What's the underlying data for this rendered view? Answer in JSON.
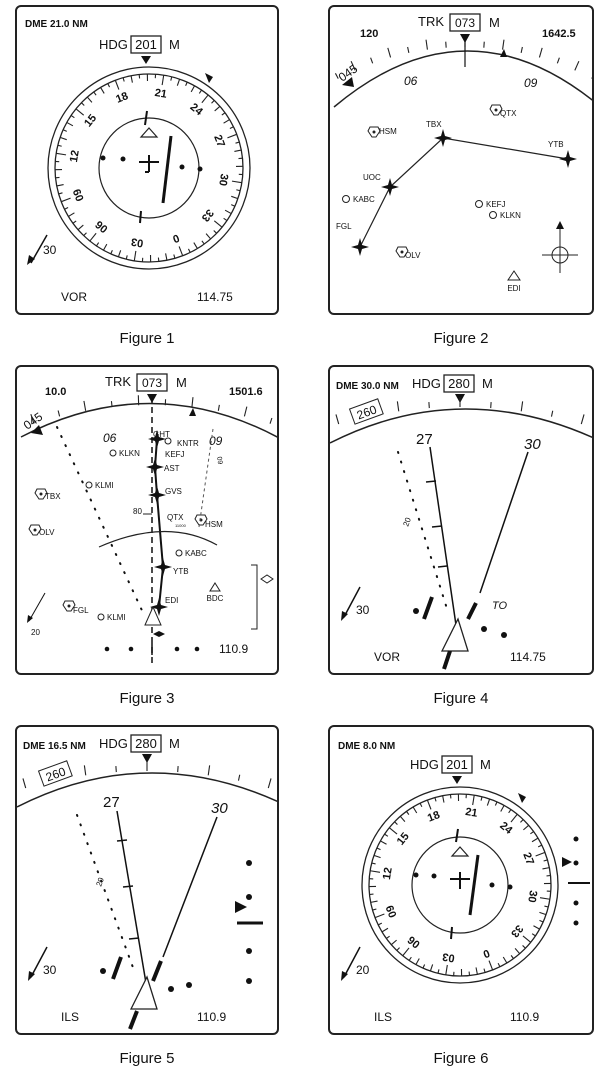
{
  "fig1": {
    "dme": "DME 21.0 NM",
    "hdg_label": "HDG",
    "hdg_value": "201",
    "hdg_unit": "M",
    "wind": "30",
    "mode": "VOR",
    "freq": "114.75",
    "compass": [
      "21",
      "24",
      "27",
      "30",
      "33",
      "0",
      "03",
      "06",
      "09",
      "12",
      "15",
      "18"
    ]
  },
  "fig2": {
    "left_num": "120",
    "trk_label": "TRK",
    "trk_value": "073",
    "trk_unit": "M",
    "right_num": "1642.5",
    "brg": "045",
    "arc_06": "06",
    "arc_09": "09",
    "waypoints": [
      "TBX",
      "YTB",
      "UOC",
      "FGL"
    ],
    "navaids": [
      "HSM",
      "QTX",
      "OLV"
    ],
    "airports": [
      "KABC",
      "KEFJ",
      "KLKN"
    ],
    "triangle": "EDI"
  },
  "fig3": {
    "left_num": "10.0",
    "trk_label": "TRK",
    "trk_value": "073",
    "trk_unit": "M",
    "right_num": "1501.6",
    "brg": "045",
    "arc_06": "06",
    "arc_09": "09",
    "rot_09": "09",
    "wind": "20",
    "freq": "110.9",
    "alt": "80",
    "route": [
      "GHT",
      "AST",
      "GVS",
      "YTB",
      "EDI"
    ],
    "airports": [
      "KNTR",
      "KEFJ",
      "KLKN",
      "KLMI",
      "KABC",
      "KLMI"
    ],
    "navaids": [
      "TBX",
      "OLV",
      "QTX",
      "HSM",
      "FGL"
    ],
    "bdc": "BDC",
    "qtx_sub": "11000"
  },
  "fig4": {
    "dme": "DME 30.0 NM",
    "hdg_label": "HDG",
    "hdg_value": "280",
    "hdg_unit": "M",
    "crs": "260",
    "arc_27": "27",
    "arc_30": "30",
    "dot_20": "20",
    "to": "TO",
    "wind": "30",
    "mode": "VOR",
    "freq": "114.75"
  },
  "fig5": {
    "dme": "DME 16.5 NM",
    "hdg_label": "HDG",
    "hdg_value": "280",
    "hdg_unit": "M",
    "crs": "260",
    "arc_27": "27",
    "arc_30": "30",
    "dot_20": "20",
    "wind": "30",
    "mode": "ILS",
    "freq": "110.9"
  },
  "fig6": {
    "dme": "DME 8.0 NM",
    "hdg_label": "HDG",
    "hdg_value": "201",
    "hdg_unit": "M",
    "wind": "20",
    "mode": "ILS",
    "freq": "110.9",
    "compass": [
      "21",
      "24",
      "27",
      "30",
      "33",
      "0",
      "03",
      "06",
      "09",
      "12",
      "15",
      "18"
    ]
  },
  "captions": [
    "Figure 1",
    "Figure 2",
    "Figure 3",
    "Figure 4",
    "Figure 5",
    "Figure 6"
  ]
}
